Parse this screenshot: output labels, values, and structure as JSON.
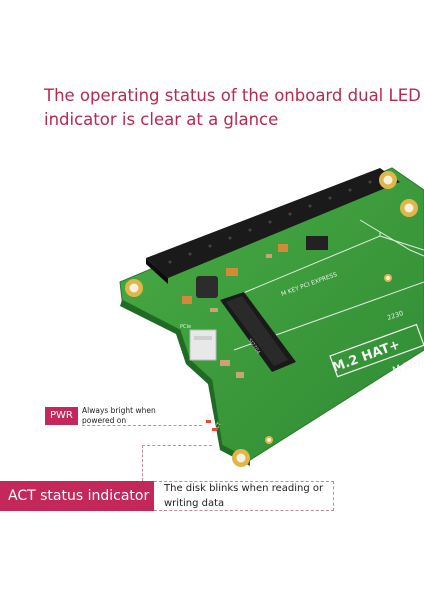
{
  "headline": {
    "line1": "The operating status of the onboard dual LED",
    "line2": "indicator is clear at a glance"
  },
  "board": {
    "slot_text": "M KEY PCI EXPRESS",
    "size_text": "2230",
    "hat_text": "M.2 HAT+",
    "key_text": "M Key",
    "pcie_text": "PCIe",
    "chip_text": "SI7704",
    "led_act_text": "ACT",
    "led_pwr_text": "PWR",
    "colors": {
      "pcb": "#3a9a3a",
      "accent": "#c4285a",
      "gold": "#e0b64a"
    }
  },
  "pwr": {
    "label": "PWR",
    "desc_line1": "Always bright when",
    "desc_line2": "powered on"
  },
  "act": {
    "label": "ACT status indicator",
    "desc_line1": "The disk blinks when reading or",
    "desc_line2": "writing data"
  }
}
